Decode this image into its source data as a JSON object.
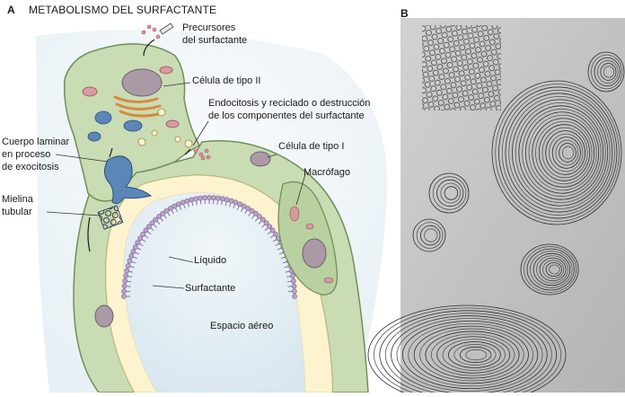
{
  "panel_a": {
    "letter": "A",
    "title": "METABOLISMO DEL SURFACTANTE",
    "labels": {
      "precursores_1": "Precursores",
      "precursores_2": "del surfactante",
      "celula_tipo_ii": "Célula de tipo II",
      "endocitosis_1": "Endocitosis y reciclado o destrucción",
      "endocitosis_2": "de los componentes del surfactante",
      "celula_tipo_i": "Célula de tipo I",
      "cuerpo_1": "Cuerpo laminar",
      "cuerpo_2": "en proceso",
      "cuerpo_3": "de exocitosis",
      "macrofago": "Macrófago",
      "mielina_1": "Mielina",
      "mielina_2": "tubular",
      "liquido": "Líquido",
      "surfactante": "Surfactante",
      "espacio_aereo": "Espacio aéreo"
    }
  },
  "panel_b": {
    "letter": "B"
  },
  "colors": {
    "cell_green": "#c9dcb4",
    "cell_border": "#6f8f5a",
    "nucleus": "#a99aa6",
    "fluid": "#fdf3cf",
    "airspace": "#e3eef4",
    "surfactant_head": "#b9a3c9",
    "lamellar_blue": "#5b86b8",
    "mitochondria": "#d89aa0"
  }
}
